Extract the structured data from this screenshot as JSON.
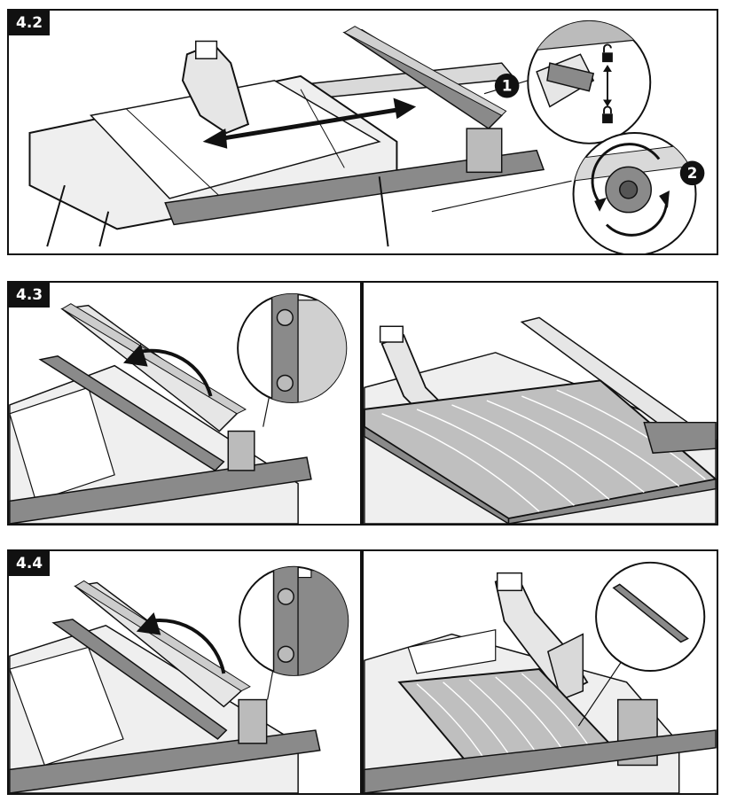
{
  "figures": [
    {
      "label": "4.2",
      "steps": [
        "1",
        "2"
      ]
    },
    {
      "label": "4.3"
    },
    {
      "label": "4.4"
    }
  ],
  "colors": {
    "ink": "#111111",
    "fence_grey": "#8a8a8a",
    "light_grey": "#d9d9d9",
    "board": "#8c8c8c"
  },
  "icons": [
    "arrow-double-icon",
    "lock-open-icon",
    "lock-closed-icon",
    "rotate-arrow-icon",
    "flip-arrow-icon"
  ]
}
